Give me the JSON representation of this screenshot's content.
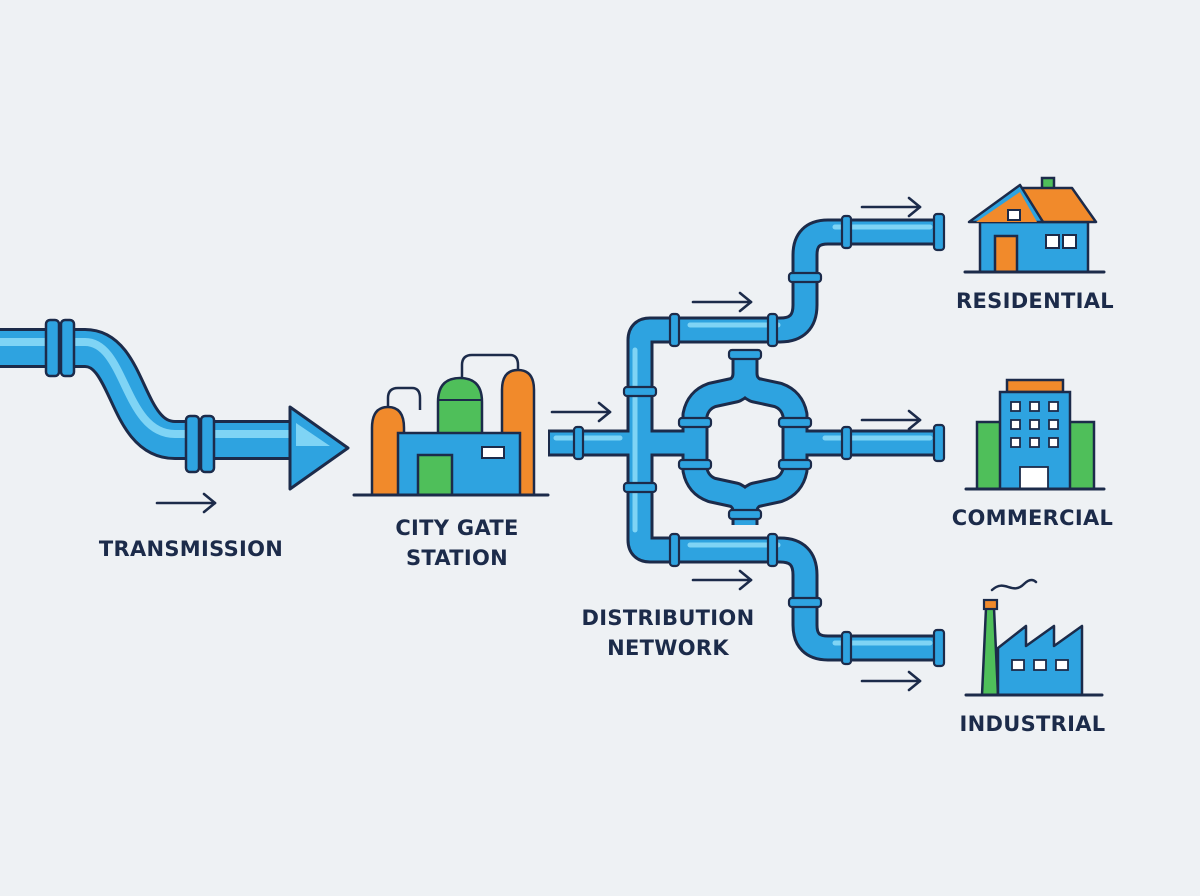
{
  "stages": {
    "transmission": {
      "label": "TRANSMISSION"
    },
    "city_gate": {
      "line1": "CITY GATE",
      "line2": "STATION"
    },
    "distribution": {
      "line1": "DISTRIBUTION",
      "line2": "NETWORK"
    }
  },
  "consumers": {
    "residential": {
      "label": "RESIDENTIAL"
    },
    "commercial": {
      "label": "COMMERCIAL"
    },
    "industrial": {
      "label": "INDUSTRIAL"
    }
  },
  "colors": {
    "pipe": "#2ea3e0",
    "pipe_highlight": "#7fd4f5",
    "outline": "#1c2b4a",
    "orange": "#f18a2b",
    "green": "#4fbf5a",
    "background": "#eef1f4"
  },
  "icons": [
    "flow-arrow-icon",
    "station-icon",
    "house-icon",
    "office-building-icon",
    "factory-icon"
  ]
}
